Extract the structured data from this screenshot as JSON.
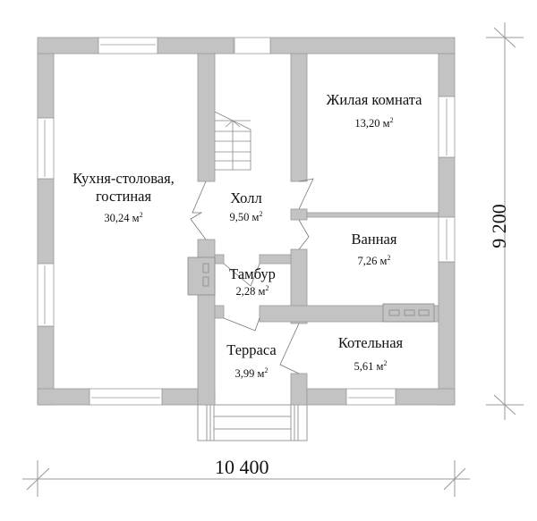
{
  "plan": {
    "wall_color": "#c3c3c3",
    "wall_stroke": "#9a9a9a",
    "line_color": "#888888",
    "background": "#ffffff"
  },
  "rooms": [
    {
      "id": "kitchen",
      "name_line1": "Кухня-столовая,",
      "name_line2": "гостиная",
      "area": "30,24 м",
      "unit_sup": "2"
    },
    {
      "id": "hall",
      "name_line1": "Холл",
      "area": "9,50 м",
      "unit_sup": "2"
    },
    {
      "id": "living",
      "name_line1": "Жилая комната",
      "area": "13,20 м",
      "unit_sup": "2"
    },
    {
      "id": "bath",
      "name_line1": "Ванная",
      "area": "7,26 м",
      "unit_sup": "2"
    },
    {
      "id": "vestibule",
      "name_line1": "Тамбур",
      "area": "2,28 м",
      "unit_sup": "2"
    },
    {
      "id": "terrace",
      "name_line1": "Терраса",
      "area": "3,99 м",
      "unit_sup": "2"
    },
    {
      "id": "boiler",
      "name_line1": "Котельная",
      "area": "5,61 м",
      "unit_sup": "2"
    }
  ],
  "dimensions": {
    "width": "10 400",
    "height": "9 200"
  }
}
